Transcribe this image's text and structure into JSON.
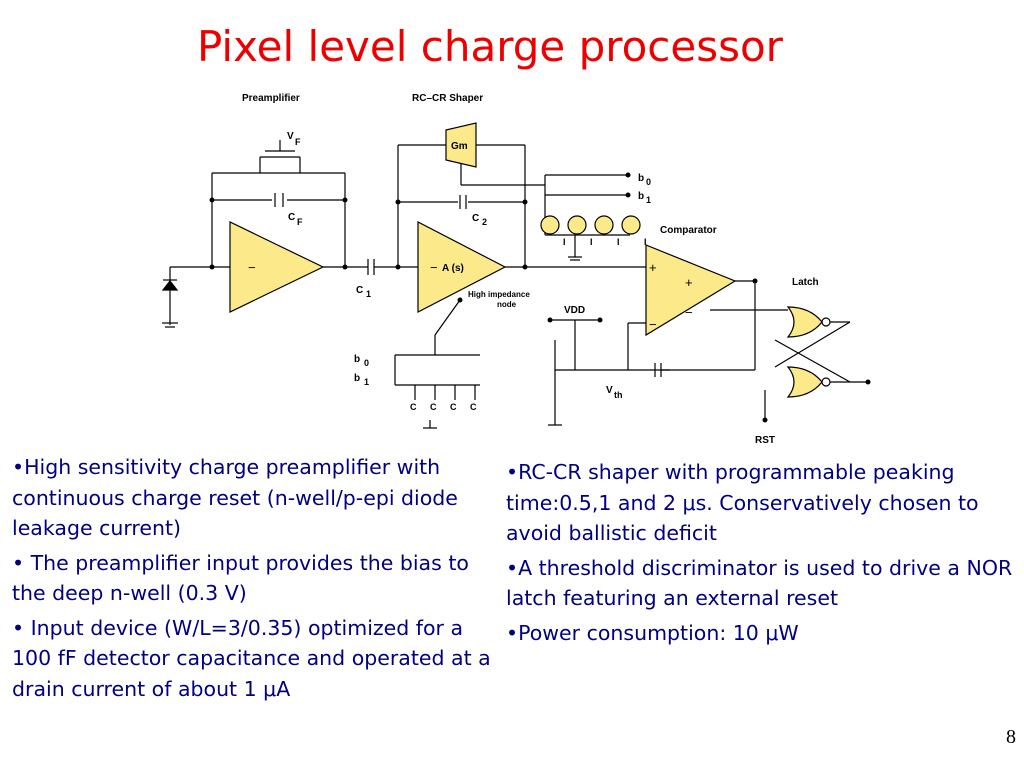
{
  "slide": {
    "title": "Pixel level charge processor",
    "page_number": "8"
  },
  "diagram": {
    "preamplifier_label": "Preamplifier",
    "shaper_label": "RC–CR Shaper",
    "vf_v": "V",
    "vf_sub": "F",
    "cf_c": "C",
    "cf_sub": "F",
    "c1_c": "C",
    "c1_sub": "1",
    "c2_c": "C",
    "c2_sub": "2",
    "gm": "Gm",
    "amp_as": "A (s)",
    "minus": "−",
    "plus": "+",
    "high_impedance_1": "High impedance",
    "high_impedance_2": "node",
    "b0_b": "b",
    "b0_sub": "0",
    "b1_b": "b",
    "b1_sub": "1",
    "current_i": "I",
    "comparator": "Comparator",
    "latch": "Latch",
    "vdd": "VDD",
    "vth_v": "V",
    "vth_sub": "th",
    "rst": "RST",
    "cap_c": "C"
  },
  "bullets_left": [
    "•High sensitivity charge preamplifier with continuous charge reset (n-well/p-epi diode leakage current)",
    "• The preamplifier input provides the bias to the deep n-well (0.3 V)",
    "• Input device (W/L=3/0.35) optimized for a 100 fF detector capacitance and operated at a drain current of about 1 μA"
  ],
  "bullets_right": [
    "•RC-CR shaper with programmable peaking time:0.5,1 and 2 μs. Conservatively chosen to avoid ballistic deficit",
    "•A threshold discriminator is used to drive a NOR latch featuring an external reset",
    "•Power consumption: 10 μW"
  ],
  "colors": {
    "title": "#ee0000",
    "body_text": "#000080",
    "component_fill": "#fce98a"
  }
}
